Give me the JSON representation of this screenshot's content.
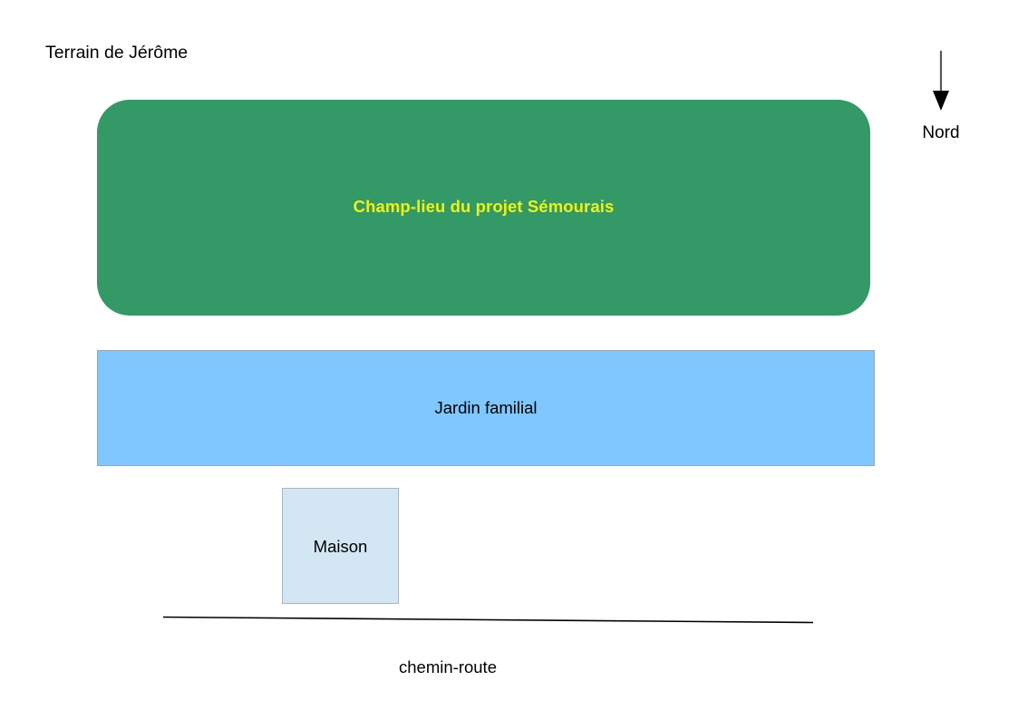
{
  "diagram": {
    "title": "Terrain de Jérôme",
    "background_color": "#ffffff"
  },
  "shapes": {
    "field": {
      "label": "Champ-lieu du projet Sémourais",
      "fill_color": "#339966",
      "text_color": "#f2f20d"
    },
    "garden": {
      "label": "Jardin familial",
      "fill_color": "#7fc7fe",
      "border_color": "#9aa6ad",
      "text_color": "#000000"
    },
    "house": {
      "label": "Maison",
      "fill_color": "#d3e6f4",
      "border_color": "#a9b6bf",
      "text_color": "#000000"
    },
    "road": {
      "label": "chemin-route",
      "line_color": "#000000"
    }
  },
  "compass": {
    "label": "Nord",
    "direction": "down",
    "shaft_color": "#595959",
    "head_color": "#000000"
  }
}
